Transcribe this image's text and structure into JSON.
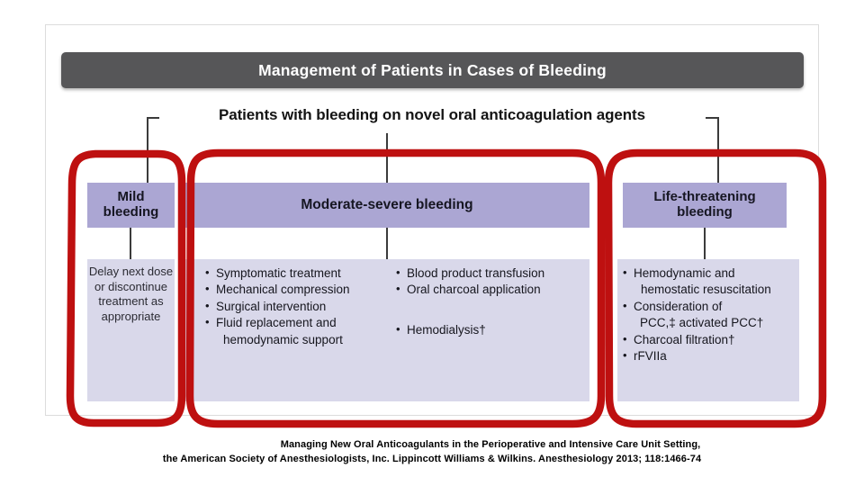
{
  "slide": {
    "title": "Management of Patients in Cases of Bleeding",
    "subtitle": "Patients with bleeding on novel oral anticoagulation agents"
  },
  "columns": [
    {
      "key": "mild",
      "header": "Mild\nbleeding",
      "header_line1": "Mild",
      "header_line2": "bleeding",
      "body_text": "Delay next dose or discontinue treatment as appropriate"
    },
    {
      "key": "moderate-severe",
      "header": "Moderate-severe bleeding",
      "bullets_left": [
        "Symptomatic treatment",
        "Mechanical compression",
        "Surgical intervention",
        "Fluid replacement and",
        "hemodynamic support"
      ],
      "bullets_right": [
        "Blood product transfusion",
        "Oral charcoal application",
        "Hemodialysis†"
      ]
    },
    {
      "key": "life-threatening",
      "header_line1": "Life-threatening",
      "header_line2": "bleeding",
      "bullets": [
        "Hemodynamic and",
        "hemostatic resuscitation",
        "Consideration of",
        "PCC,‡ activated PCC†",
        "Charcoal filtration†",
        "rFVIIa"
      ]
    }
  ],
  "annotations": {
    "ovals": [
      {
        "name": "oval-mild",
        "label": "red-circle-mild-bleeding"
      },
      {
        "name": "oval-moderate",
        "label": "red-circle-moderate-severe-bleeding"
      },
      {
        "name": "oval-life",
        "label": "red-circle-life-threatening-bleeding"
      }
    ]
  },
  "citation": {
    "line1": "Managing New Oral Anticoagulants in the Perioperative and Intensive Care Unit Setting,",
    "line2": "the American Society of Anesthesiologists, Inc. Lippincott Williams & Wilkins. Anesthesiology 2013; 118:1466-74"
  },
  "colors": {
    "title_bar": "#565658",
    "header_band": "#ABA6D3",
    "body_panel": "#D9D8EA",
    "annotation_red": "#BE1010",
    "connector": "#3b3b3b"
  }
}
